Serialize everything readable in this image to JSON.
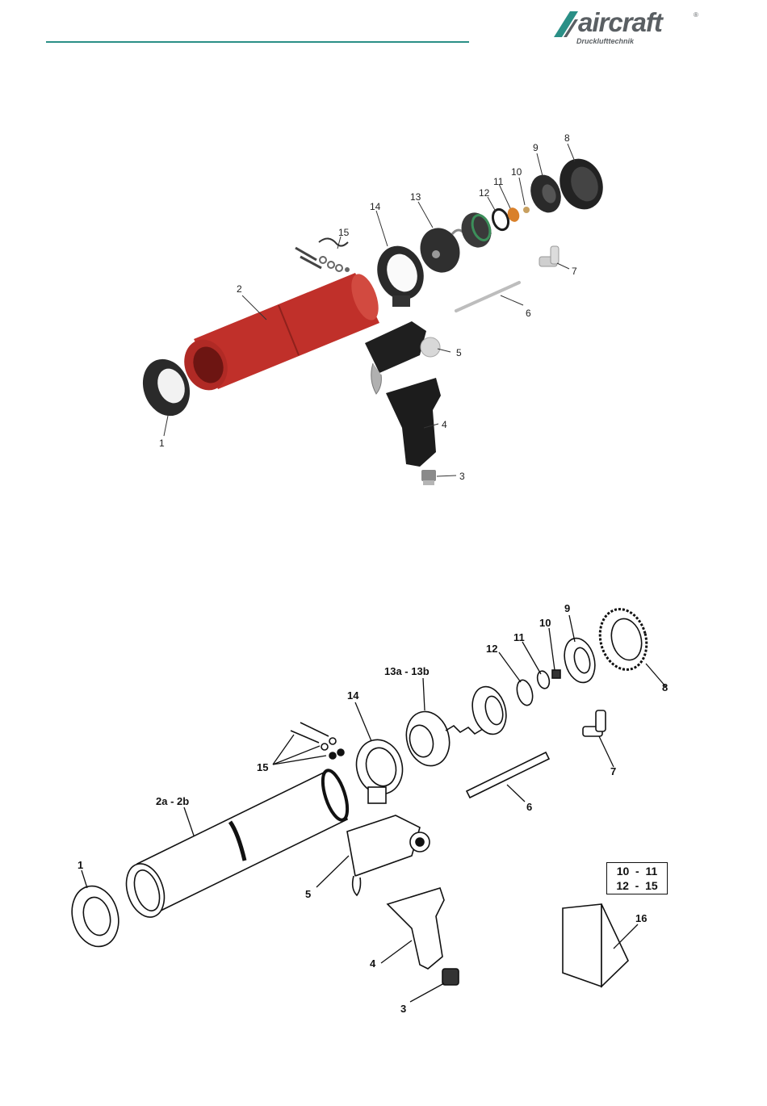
{
  "header": {
    "logo_text": "aircraft",
    "logo_registered": "®",
    "logo_subtitle": "Drucklufttechnik",
    "rule_color": "#2a8f86"
  },
  "photo_diagram": {
    "labels": [
      "1",
      "2",
      "3",
      "4",
      "5",
      "6",
      "7",
      "8",
      "9",
      "10",
      "11",
      "12",
      "13",
      "14",
      "15"
    ]
  },
  "line_diagram": {
    "labels": [
      "1",
      "2a - 2b",
      "3",
      "4",
      "5",
      "6",
      "7",
      "8",
      "9",
      "10",
      "11",
      "12",
      "13a - 13b",
      "14",
      "15",
      "16"
    ],
    "kit_box": {
      "row1": "10  -  11",
      "row2": "12  -  15"
    }
  },
  "colors": {
    "cartridge_red": "#c0302a",
    "body_black": "#1c1c1c",
    "accent_orange": "#d9802a"
  }
}
